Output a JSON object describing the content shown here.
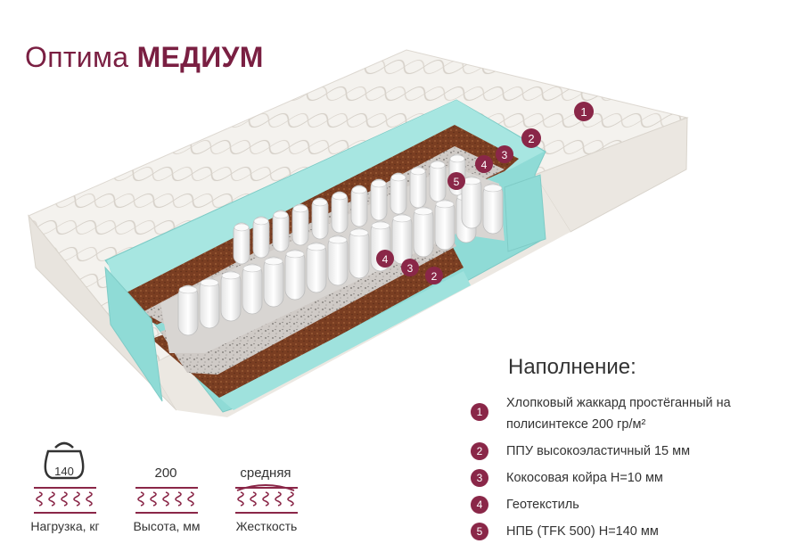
{
  "header": {
    "brand": "Оптима",
    "model": "МЕДИУМ"
  },
  "fill": {
    "heading": "Наполнение:",
    "layers": [
      {
        "num": "1",
        "text": "Хлопковый жаккард простёганный на полисинтексе 200 гр/м²"
      },
      {
        "num": "2",
        "text": "ППУ высокоэластичный 15 мм"
      },
      {
        "num": "3",
        "text": "Кокосовая койра H=10 мм"
      },
      {
        "num": "4",
        "text": "Геотекстиль"
      },
      {
        "num": "5",
        "text": "НПБ (TFK 500) H=140 мм"
      }
    ]
  },
  "specs": {
    "load": {
      "value": "140",
      "label": "Нагрузка, кг"
    },
    "height": {
      "value": "200",
      "label": "Высота, мм"
    },
    "firmness": {
      "value": "средняя",
      "label": "Жесткость"
    }
  },
  "callouts": {
    "top_1": "1",
    "top_2": "2",
    "top_3": "3",
    "top_4": "4",
    "top_5": "5",
    "bottom_4": "4",
    "bottom_3": "3",
    "bottom_2": "2"
  },
  "colors": {
    "accent": "#8a2748",
    "foam": "#8fdbd6",
    "coir": "#7a3e22",
    "cover": "#f1efeb"
  }
}
